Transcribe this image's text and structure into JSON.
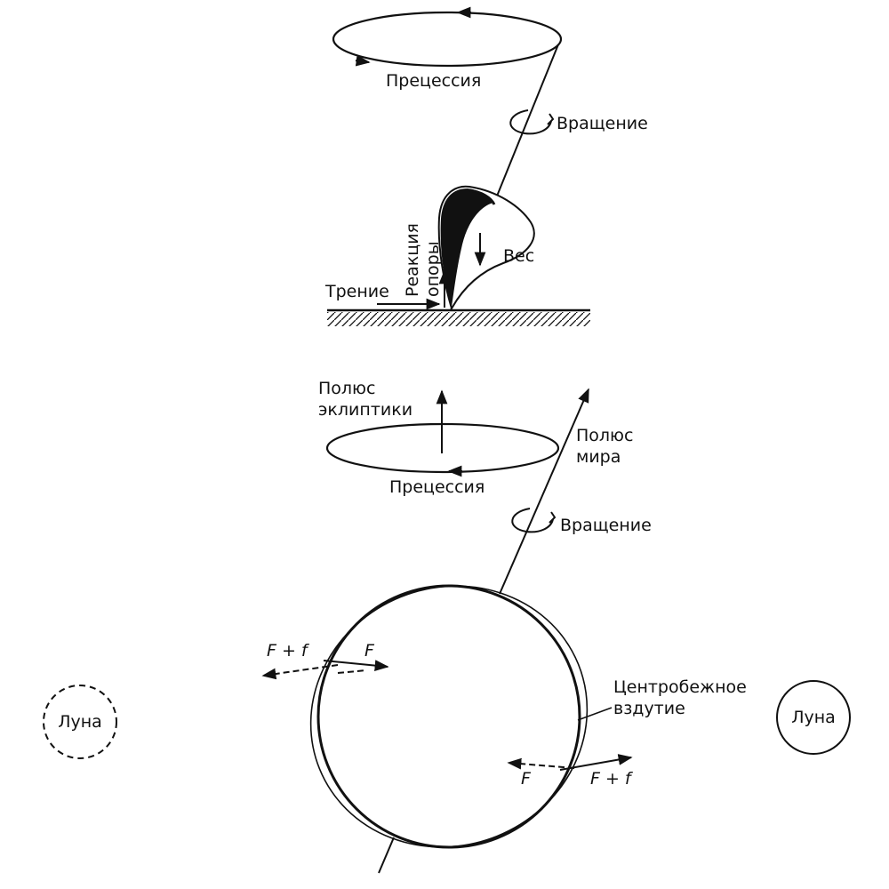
{
  "top": {
    "precession": "Прецессия",
    "rotation": "Вращение",
    "support_reaction": "Реакция",
    "support_reaction_line2": "опоры",
    "weight": "Вес",
    "friction": "Трение"
  },
  "bottom": {
    "ecliptic_pole": "Полюс",
    "ecliptic_pole_line2": "эклиптики",
    "world_pole": "Полюс",
    "world_pole_line2": "мира",
    "precession": "Прецессия",
    "rotation": "Вращение",
    "bulge": "Центробежное",
    "bulge_line2": "вздутие",
    "force_F_left": "F",
    "force_Ff_left": "F + f",
    "force_F_right": "F",
    "force_Ff_right": "F + f",
    "moon_left": "Луна",
    "moon_right": "Луна"
  },
  "colors": {
    "ink": "#111111",
    "background": "#ffffff"
  }
}
